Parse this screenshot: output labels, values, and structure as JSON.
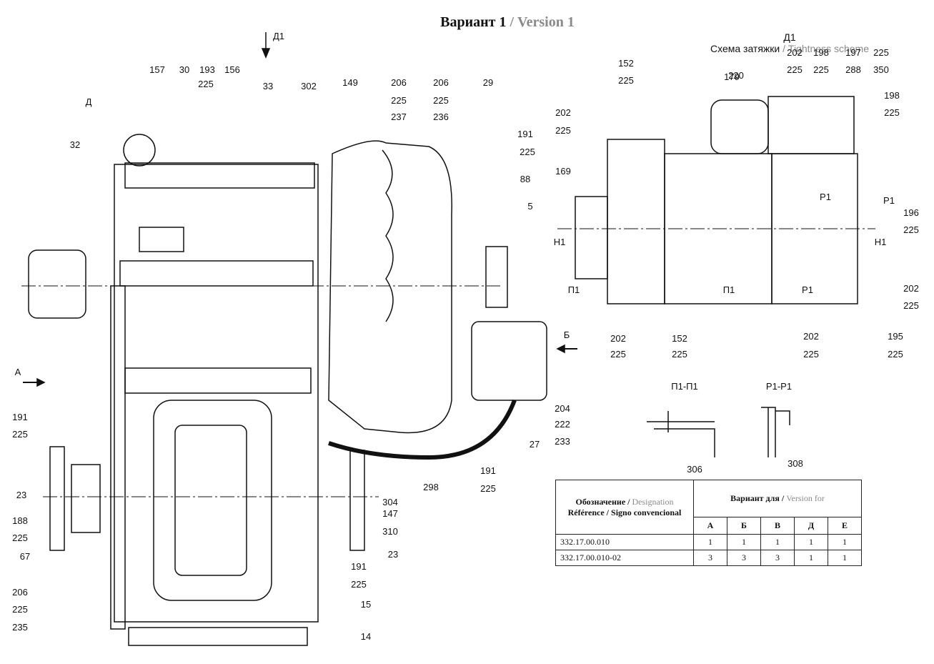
{
  "header": {
    "title_ru": "Вариант 1",
    "title_sep": " / ",
    "title_en": "Version 1",
    "view_mark": "Д1",
    "scheme_ru": "Схема затяжки",
    "scheme_sep": " / ",
    "scheme_en": "Tightness scheme"
  },
  "view_labels": {
    "arrow_a": "А",
    "arrow_b": "Б",
    "arrow_d": "Д",
    "arrow_d1": "Д1",
    "section_p": "П1-П1",
    "section_r": "Р1-Р1",
    "cut_h1": "Н1",
    "cut_p1": "П1",
    "cut_r1": "Р1"
  },
  "callouts": {
    "main": [
      "157",
      "30",
      "193",
      "225",
      "156",
      "33",
      "302",
      "149",
      "206",
      "225",
      "237",
      "206",
      "225",
      "236",
      "29",
      "191",
      "225",
      "88",
      "5",
      "32",
      "191",
      "225",
      "23",
      "188",
      "225",
      "67",
      "206",
      "225",
      "235",
      "15",
      "14",
      "191",
      "225",
      "23",
      "310",
      "147",
      "304",
      "298",
      "191",
      "225",
      "27",
      "204",
      "222",
      "233"
    ],
    "scheme": [
      "152",
      "225",
      "179",
      "220",
      "202",
      "198",
      "225",
      "225",
      "197",
      "225",
      "288",
      "350",
      "198",
      "225",
      "202",
      "225",
      "169",
      "196",
      "225",
      "202",
      "225",
      "152",
      "225",
      "202",
      "225",
      "202",
      "225",
      "195",
      "225"
    ],
    "sections": [
      "306",
      "308"
    ]
  },
  "variant_table": {
    "designation_ru": "Обозначение",
    "designation_en": "Designation",
    "designation_fr": "Référence / Signo convencional",
    "variant_ru": "Вариант для",
    "variant_en": "Version for",
    "columns": [
      "А",
      "Б",
      "В",
      "Д",
      "Е"
    ],
    "rows": [
      {
        "code": "332.17.00.010",
        "values": [
          "1",
          "1",
          "1",
          "1",
          "1"
        ]
      },
      {
        "code": "332.17.00.010-02",
        "values": [
          "3",
          "3",
          "3",
          "1",
          "1"
        ]
      }
    ]
  }
}
